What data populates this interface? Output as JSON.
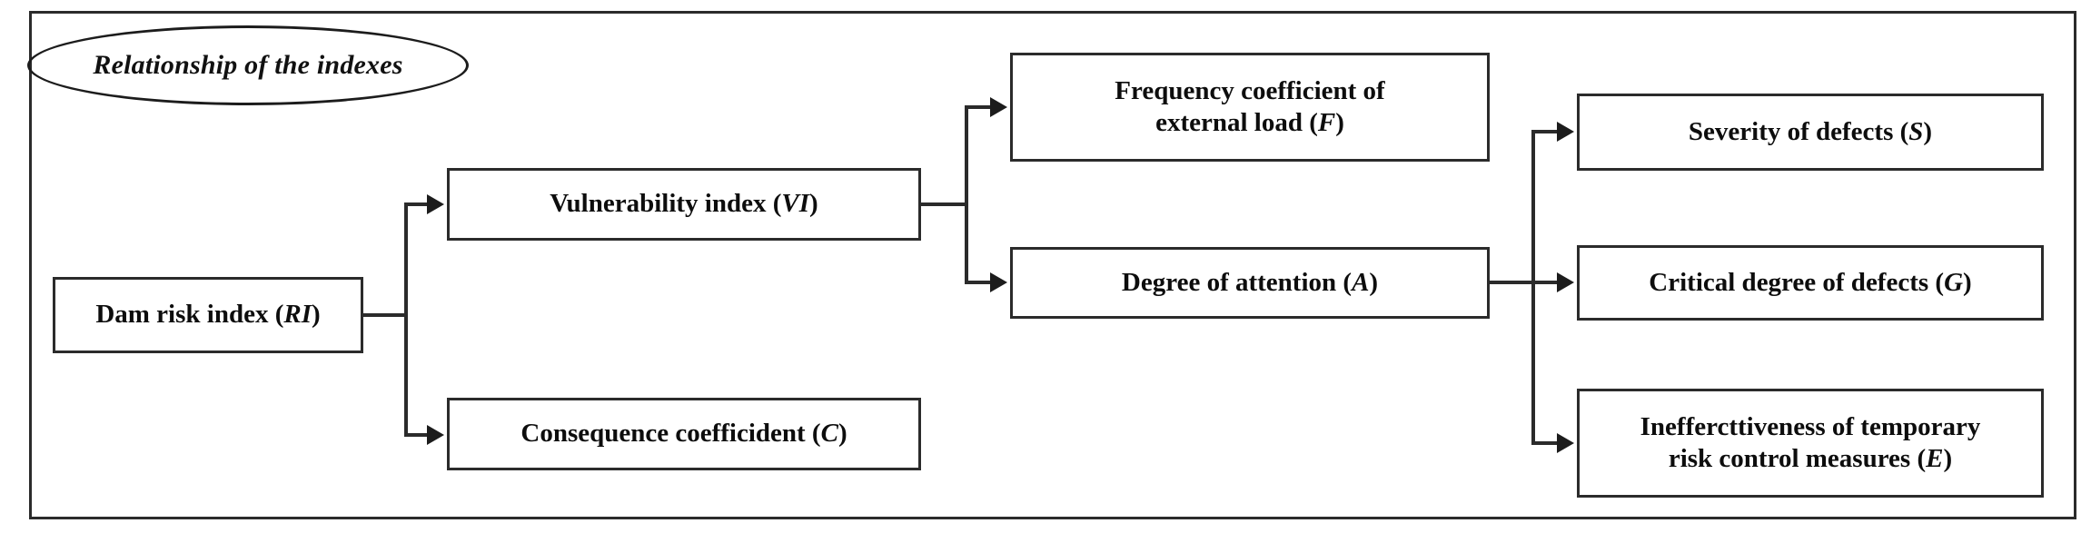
{
  "figure": {
    "title": "Relationship of the indexes",
    "frame_color": "#2b2b2b",
    "line_color": "#2b2b2b",
    "text_color": "#0d0d0d",
    "background": "#ffffff"
  },
  "nodes": {
    "root": {
      "id": "dam-risk-index",
      "label_plain": "Dam risk index (RI)",
      "text": "Dam risk index (",
      "symbol": "RI",
      "text_tail": ")"
    },
    "vulnerability": {
      "id": "vulnerability-index",
      "label_plain": "Vulnerability index (VI)",
      "text": "Vulnerability index (",
      "symbol": "VI",
      "text_tail": ")"
    },
    "consequence": {
      "id": "consequence-coefficident",
      "label_plain": "Consequence coefficident (C)",
      "text": "Consequence coefficident (",
      "symbol": "C",
      "text_tail": ")"
    },
    "frequency": {
      "id": "frequency-coefficient-external-load",
      "label_plain": "Frequency coefficient of external load (F)",
      "line1": "Frequency coefficient of",
      "line2_head": "external load (",
      "symbol": "F",
      "line2_tail": ")"
    },
    "attention": {
      "id": "degree-of-attention",
      "label_plain": "Degree of attention (A)",
      "text": "Degree of attention (",
      "symbol": "A",
      "text_tail": ")"
    },
    "severity": {
      "id": "severity-of-defects",
      "label_plain": "Severity of defects (S)",
      "text": "Severity of defects (",
      "symbol": "S",
      "text_tail": ")"
    },
    "critical": {
      "id": "critical-degree-of-defects",
      "label_plain": "Critical degree of defects (G)",
      "text": "Critical degree of defects (",
      "symbol": "G",
      "text_tail": ")"
    },
    "ineffectiveness": {
      "id": "ineffercttiveness-temporary-risk-control",
      "label_plain": "Ineffercttiveness of temporary risk control measures (E)",
      "line1": "Ineffercttiveness of temporary",
      "line2_head": "risk control measures (",
      "symbol": "E",
      "line2_tail": ")"
    }
  },
  "edges": [
    {
      "from": "Dam risk index (RI)",
      "to": "Vulnerability index (VI)"
    },
    {
      "from": "Dam risk index (RI)",
      "to": "Consequence coefficident (C)"
    },
    {
      "from": "Vulnerability index (VI)",
      "to": "Frequency coefficient of external load (F)"
    },
    {
      "from": "Vulnerability index (VI)",
      "to": "Degree of attention (A)"
    },
    {
      "from": "Degree of attention (A)",
      "to": "Severity of defects (S)"
    },
    {
      "from": "Degree of attention (A)",
      "to": "Critical degree of defects (G)"
    },
    {
      "from": "Degree of attention (A)",
      "to": "Ineffercttiveness of temporary risk control measures (E)"
    }
  ]
}
